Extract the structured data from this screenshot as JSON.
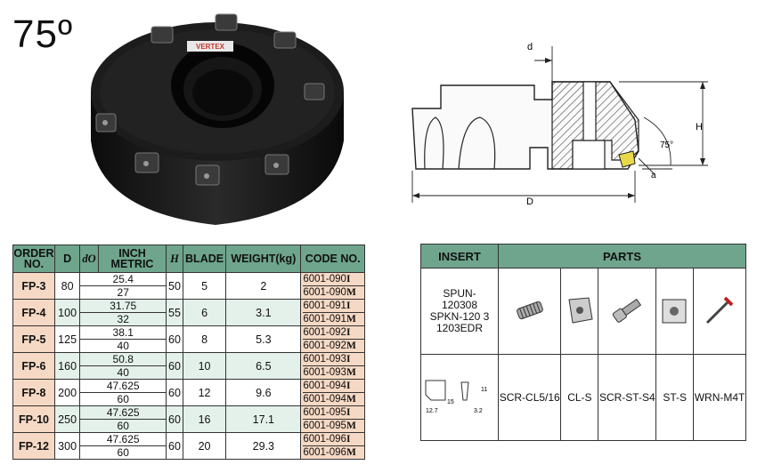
{
  "title": "75º",
  "photo": {
    "brand_label": "VERTEX"
  },
  "drawing": {
    "label_d": "d",
    "label_H": "H",
    "label_D": "D",
    "label_a": "a",
    "label_angle": "75°"
  },
  "spec": {
    "headers": {
      "order_no": "ORDER NO.",
      "D": "D",
      "d": "dO",
      "inch_metric": "INCH METRIC",
      "H": "H",
      "blade": "BLADE",
      "weight": "WEIGHT(kg)",
      "code_no": "CODE NO."
    },
    "rows": [
      {
        "order": "FP-3",
        "D": "80",
        "inch": "25.4",
        "metric": "27",
        "H": "50",
        "blade": "5",
        "weight": "2",
        "code_i": "6001-090",
        "code_m": "6001-090"
      },
      {
        "order": "FP-4",
        "D": "100",
        "inch": "31.75",
        "metric": "32",
        "H": "55",
        "blade": "6",
        "weight": "3.1",
        "code_i": "6001-091",
        "code_m": "6001-091"
      },
      {
        "order": "FP-5",
        "D": "125",
        "inch": "38.1",
        "metric": "40",
        "H": "60",
        "blade": "8",
        "weight": "5.3",
        "code_i": "6001-092",
        "code_m": "6001-092"
      },
      {
        "order": "FP-6",
        "D": "160",
        "inch": "50.8",
        "metric": "40",
        "H": "60",
        "blade": "10",
        "weight": "6.5",
        "code_i": "6001-093",
        "code_m": "6001-093"
      },
      {
        "order": "FP-8",
        "D": "200",
        "inch": "47.625",
        "metric": "60",
        "H": "60",
        "blade": "12",
        "weight": "9.6",
        "code_i": "6001-094",
        "code_m": "6001-094"
      },
      {
        "order": "FP-10",
        "D": "250",
        "inch": "47.625",
        "metric": "60",
        "H": "60",
        "blade": "16",
        "weight": "17.1",
        "code_i": "6001-095",
        "code_m": "6001-095"
      },
      {
        "order": "FP-12",
        "D": "300",
        "inch": "47.625",
        "metric": "60",
        "H": "60",
        "blade": "20",
        "weight": "29.3",
        "code_i": "6001-096",
        "code_m": "6001-096"
      }
    ],
    "suffix_i": "I",
    "suffix_m": "M"
  },
  "parts": {
    "header_insert": "INSERT",
    "header_parts": "PARTS",
    "insert_lines": [
      "SPUN-",
      "120308",
      "SPKN-120 3",
      "1203EDR"
    ],
    "insert_dims": {
      "a": "12.7",
      "b": "15",
      "c": "3.2",
      "d": "11"
    },
    "items": [
      {
        "icon": "screw-icon",
        "name": "SCR-CL5/16"
      },
      {
        "icon": "clamp-icon",
        "name": "CL-S"
      },
      {
        "icon": "clamp-screw-icon",
        "name": "SCR-ST-S4"
      },
      {
        "icon": "shim-icon",
        "name": "ST-S"
      },
      {
        "icon": "wrench-icon",
        "name": "WRN-M4T"
      }
    ]
  }
}
